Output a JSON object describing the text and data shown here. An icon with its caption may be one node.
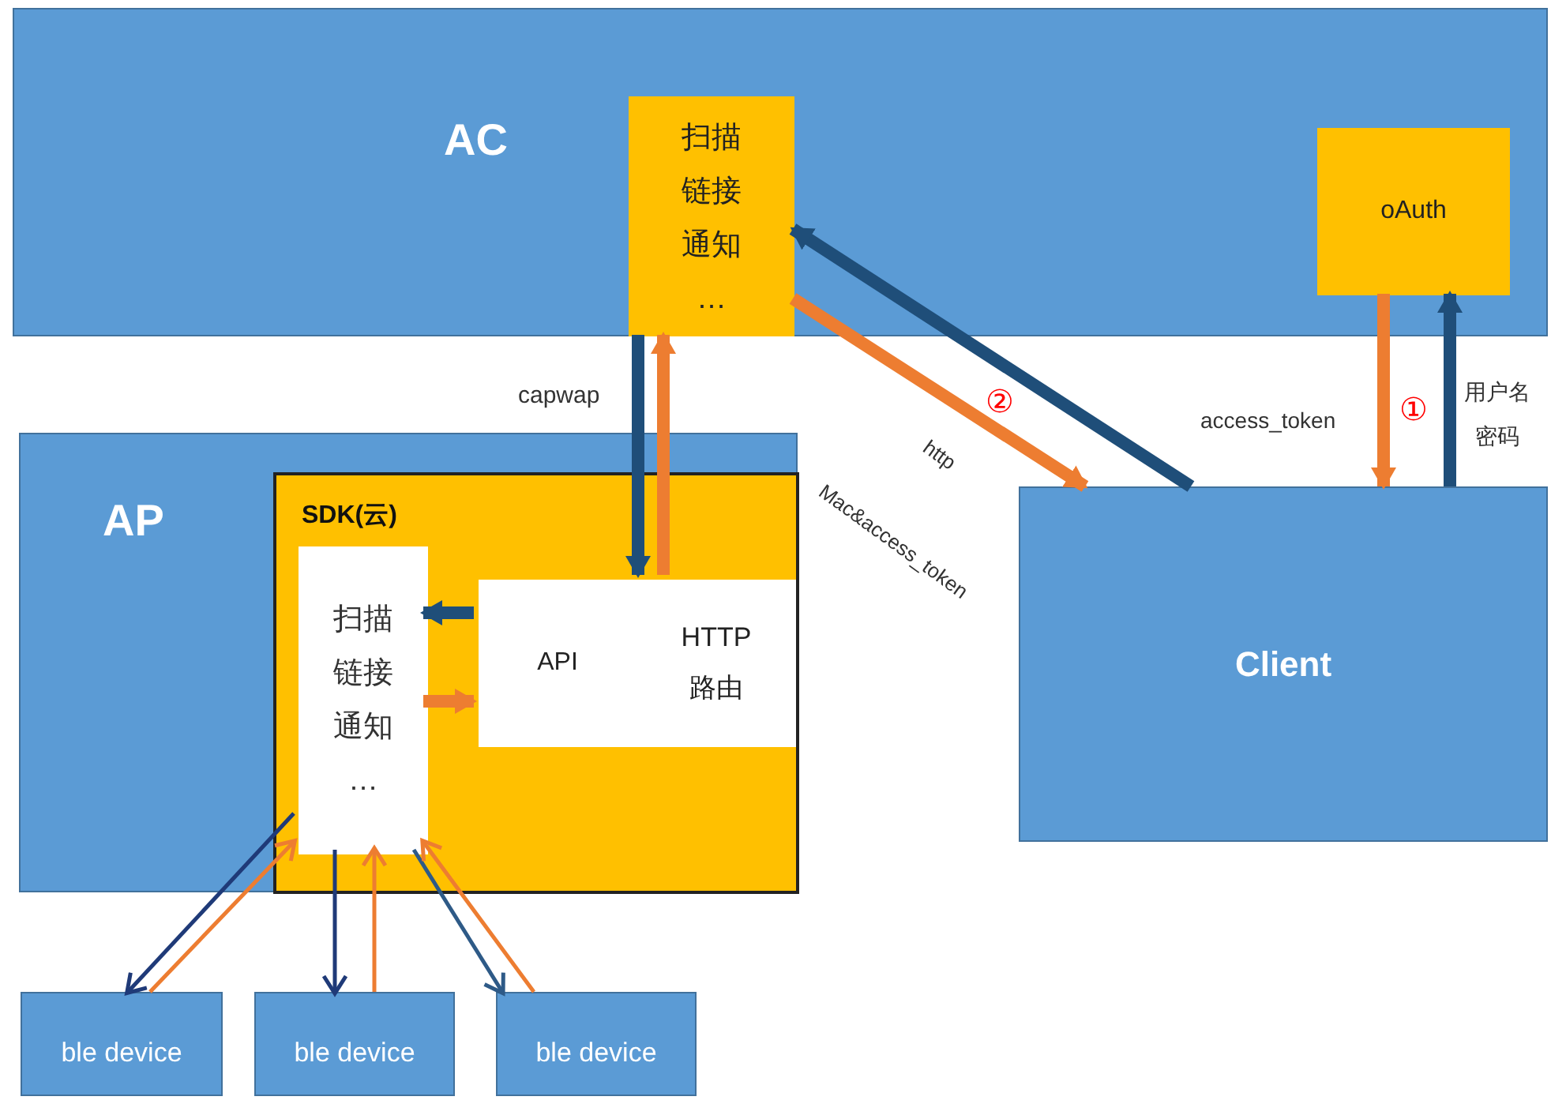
{
  "diagram": {
    "nodes": [
      {
        "text": [
          "AC"
        ]
      },
      {
        "text": [
          "扫描",
          "链接",
          "通知",
          "…"
        ],
        "in": 0
      },
      {
        "text": [
          "oAuth"
        ],
        "in": 0
      },
      {
        "text": [
          "AP"
        ]
      },
      {
        "text": [
          "SDK(云)"
        ],
        "in": 3
      },
      {
        "text": [
          "扫描",
          "链接",
          "通知",
          "…"
        ],
        "in": 4
      },
      {
        "text": [
          "API"
        ],
        "in": 4
      },
      {
        "text": [
          "HTTP 路由"
        ],
        "in": 4
      },
      {
        "text": [
          "Client"
        ]
      },
      {
        "text": [
          "ble device"
        ]
      },
      {
        "text": [
          "ble device"
        ]
      },
      {
        "text": [
          "ble device"
        ]
      }
    ],
    "edges": [
      {
        "from": 1,
        "to": 7,
        "arrow": "to",
        "label": "capwap",
        "color": "#1f4e79"
      },
      {
        "from": 7,
        "to": 1,
        "arrow": "to",
        "color": "#ed7d31"
      },
      {
        "from": 8,
        "to": 1,
        "arrow": "to",
        "color": "#1f4e79"
      },
      {
        "from": 1,
        "to": 8,
        "arrow": "to",
        "label": "http",
        "color": "#ed7d31"
      },
      {
        "from": 2,
        "to": 8,
        "arrow": "to",
        "label": "access_token",
        "color": "#ed7d31"
      },
      {
        "from": 8,
        "to": 2,
        "arrow": "to",
        "label": "用户名密码",
        "color": "#1f4e79"
      },
      {
        "from": 6,
        "to": 5,
        "arrow": "to",
        "color": "#1f4e79"
      },
      {
        "from": 5,
        "to": 6,
        "arrow": "to",
        "color": "#ed7d31"
      },
      {
        "from": 5,
        "to": 9,
        "arrow": "to",
        "color": "#1f3a78"
      },
      {
        "from": 9,
        "to": 5,
        "arrow": "to",
        "color": "#ed7d31"
      },
      {
        "from": 5,
        "to": 10,
        "arrow": "to",
        "color": "#1f3a78"
      },
      {
        "from": 10,
        "to": 5,
        "arrow": "to",
        "color": "#ed7d31"
      },
      {
        "from": 5,
        "to": 11,
        "arrow": "to",
        "color": "#2e5a87"
      },
      {
        "from": 11,
        "to": 5,
        "arrow": "to",
        "color": "#ed7d31"
      }
    ],
    "labels": [
      "②",
      "Mac&access_token",
      "①"
    ]
  }
}
